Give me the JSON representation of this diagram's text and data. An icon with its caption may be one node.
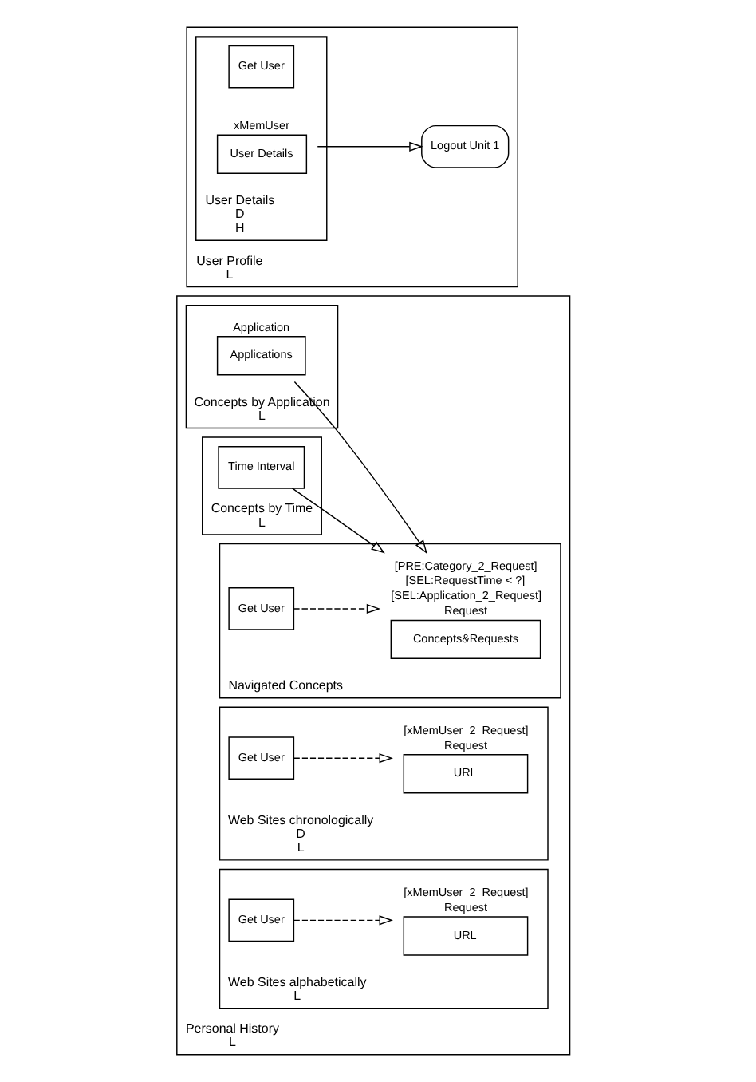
{
  "diagram": {
    "nodes": [
      {
        "text": [
          "Personal History",
          "L"
        ]
      },
      {
        "text": [
          "Concepts by Application",
          "L"
        ],
        "in": 0
      },
      {
        "text": [
          "Applications"
        ],
        "beside": [
          "Application"
        ],
        "in": 1
      },
      {
        "text": [
          "Concepts by Time",
          "L"
        ],
        "in": 0
      },
      {
        "text": [
          "Time Interval"
        ],
        "in": 3
      },
      {
        "text": [
          "Navigated Concepts"
        ],
        "in": 0
      },
      {
        "text": [
          "Concepts&Requests"
        ],
        "beside": [
          "[PRE:Category_2_Request]",
          "[SEL:RequestTime < ?]",
          "[SEL:Application_2_Request]",
          "Request"
        ],
        "in": 5
      },
      {
        "text": [
          "Get User"
        ],
        "in": 5
      },
      {
        "text": [
          "Web Sites chronologically",
          "D",
          "L"
        ],
        "in": 0
      },
      {
        "text": [
          "Get User"
        ],
        "in": 8
      },
      {
        "text": [
          "URL"
        ],
        "beside": [
          "[xMemUser_2_Request]",
          "Request"
        ],
        "in": 8
      },
      {
        "text": [
          "Web Sites alphabetically",
          "L"
        ],
        "in": 0
      },
      {
        "text": [
          "Get User"
        ],
        "in": 11
      },
      {
        "text": [
          "URL"
        ],
        "beside": [
          "[xMemUser_2_Request]",
          "Request"
        ],
        "in": 11
      },
      {
        "text": [
          "User Profile",
          "L"
        ]
      },
      {
        "text": [
          "User Details",
          "D",
          "H"
        ],
        "in": 14
      },
      {
        "text": [
          "Get User"
        ],
        "in": 15
      },
      {
        "text": [
          "User Details"
        ],
        "beside": [
          "xMemUser"
        ],
        "in": 15
      },
      {
        "text": [
          "Logout Unit 1"
        ],
        "in": 14
      }
    ],
    "edges": [
      {
        "from": 2,
        "to": 6,
        "arrow": "to"
      },
      {
        "from": 4,
        "to": 6,
        "arrow": "to"
      },
      {
        "from": 7,
        "to": 6,
        "arrow": "to",
        "style": "dashed"
      },
      {
        "from": 9,
        "to": 10,
        "arrow": "to",
        "style": "dashed"
      },
      {
        "from": 12,
        "to": 13,
        "arrow": "to",
        "style": "dashed"
      },
      {
        "from": 17,
        "to": 18,
        "arrow": "to"
      }
    ]
  }
}
